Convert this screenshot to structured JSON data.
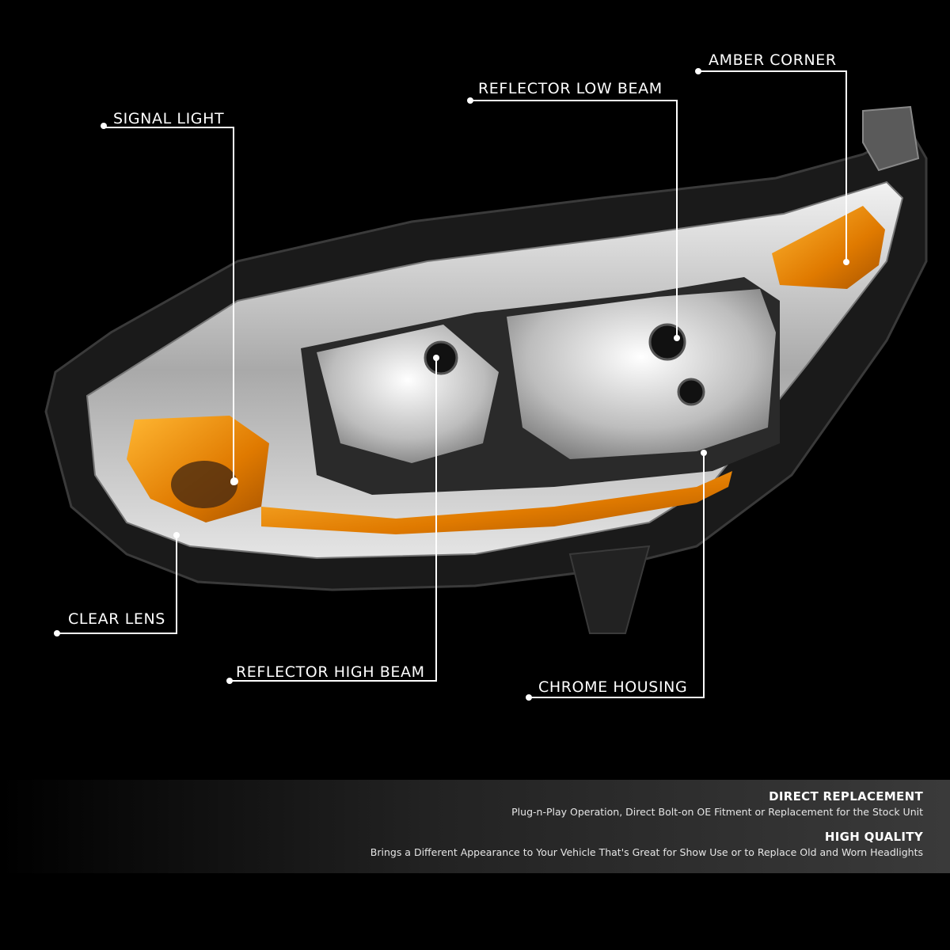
{
  "callouts": {
    "signal_light": "SIGNAL LIGHT",
    "reflector_low_beam": "REFLECTOR LOW BEAM",
    "amber_corner": "AMBER CORNER",
    "clear_lens": "CLEAR LENS",
    "reflector_high_beam": "REFLECTOR HIGH BEAM",
    "chrome_housing": "CHROME HOUSING"
  },
  "features": [
    {
      "title": "DIRECT REPLACEMENT",
      "description": "Plug-n-Play Operation, Direct Bolt-on OE Fitment or Replacement for the Stock Unit"
    },
    {
      "title": "HIGH QUALITY",
      "description": "Brings a Different Appearance to Your Vehicle That's Great for Show Use or to Replace Old and Worn Headlights"
    }
  ],
  "colors": {
    "background": "#000000",
    "amber": "#f0900f",
    "chrome": "#c8c8c8",
    "callout": "#ffffff"
  }
}
